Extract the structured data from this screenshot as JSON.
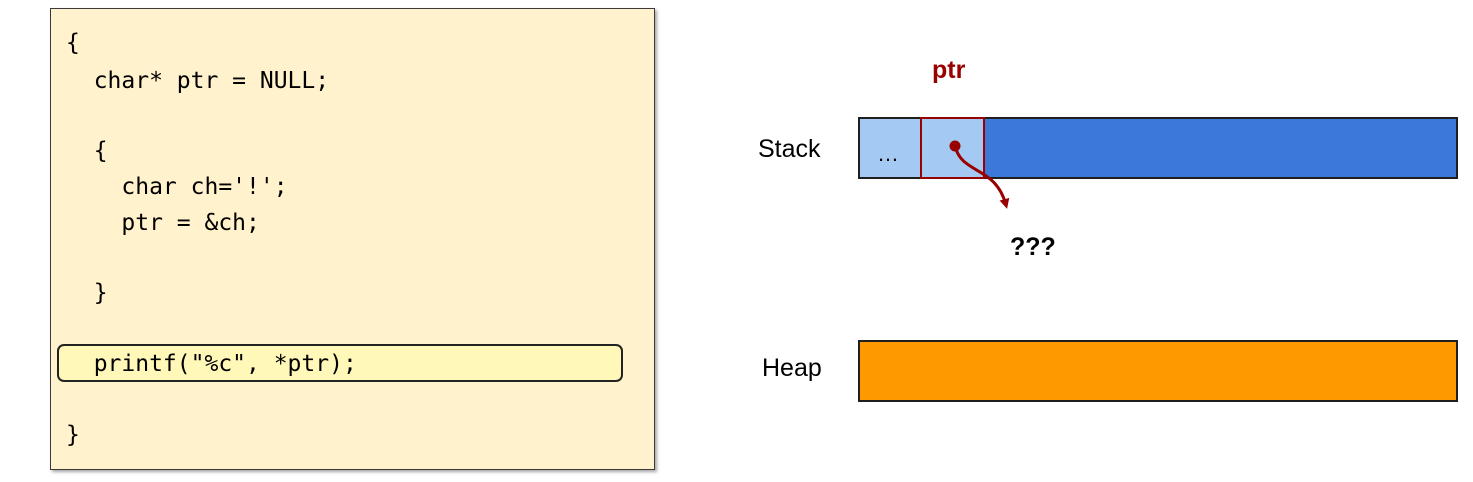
{
  "code": {
    "lines": [
      "{",
      "  char* ptr = NULL;",
      "  {",
      "    char ch='!';",
      "    ptr = &ch;",
      "  }",
      "  printf(\"%c\", *ptr);",
      "}"
    ],
    "highlighted_line_index": 6
  },
  "memory": {
    "stack_label": "Stack",
    "heap_label": "Heap",
    "stack_cell_ellipsis": "…",
    "pointer_label": "ptr",
    "pointer_target_label": "???"
  },
  "colors": {
    "code_background": "#fff2cc",
    "highlight_background": "#fff8b8",
    "stack_fill": "#3c78d8",
    "stack_cell_fill": "#a4c9f2",
    "heap_fill": "#ff9900",
    "pointer_color": "#990000",
    "border": "#1f1f1f"
  }
}
